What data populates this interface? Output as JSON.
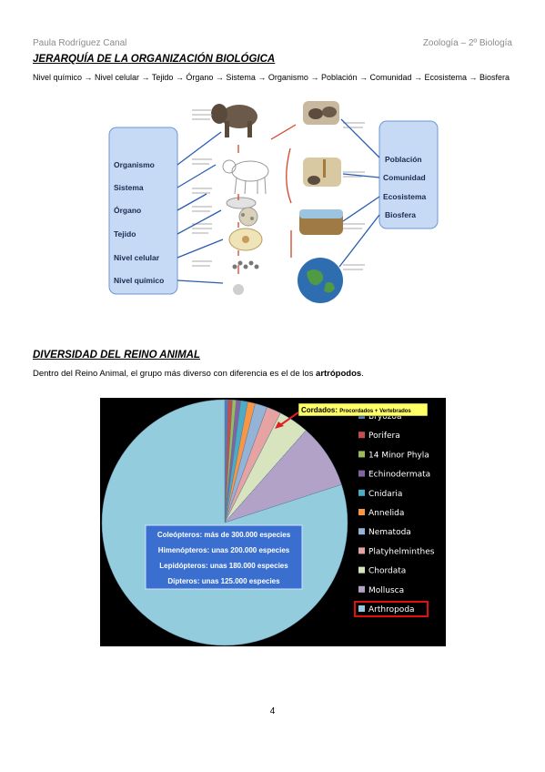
{
  "header": {
    "author": "Paula Rodríguez Canal",
    "course": "Zoología – 2º Biología"
  },
  "section1": {
    "title": "JERARQUÍA DE LA ORGANIZACIÓN BIOLÓGICA",
    "sequence": "Nivel químico → Nivel celular → Tejido → Órgano → Sistema → Organismo → Población → Comunidad → Ecosistema → Biosfera",
    "left_labels": [
      "Organismo",
      "Sistema",
      "Órgano",
      "Tejido",
      "Nivel celular",
      "Nivel químico"
    ],
    "right_labels": [
      "Población",
      "Comunidad",
      "Ecosistema",
      "Biosfera"
    ]
  },
  "section2": {
    "title": "DIVERSIDAD DEL REINO ANIMAL",
    "intro": "Dentro del Reino Animal, el grupo más diverso con diferencia es el de los ",
    "intro_bold": "artrópodos",
    "intro_end": "."
  },
  "chart_data": {
    "type": "pie",
    "callout": "Cordados: ",
    "callout_sub": "Procordados + Vertebrados",
    "annotations": [
      "Coleópteros: más de 300.000 especies",
      "Himenópteros: unas 200.000 especies",
      "Lepidópteros: unas 180.000 especies",
      "Dípteros:  unas 125.000 especies"
    ],
    "slices": [
      {
        "name": "Bryozoa",
        "value": 0.4,
        "color": "#4a7ec4"
      },
      {
        "name": "Porifera",
        "value": 0.6,
        "color": "#c0504d"
      },
      {
        "name": "14 Minor Phyla",
        "value": 0.5,
        "color": "#9bbb59"
      },
      {
        "name": "Echinodermata",
        "value": 0.6,
        "color": "#8064a2"
      },
      {
        "name": "Cnidaria",
        "value": 0.9,
        "color": "#4bacc6"
      },
      {
        "name": "Annelida",
        "value": 1.0,
        "color": "#f79646"
      },
      {
        "name": "Nematoda",
        "value": 1.6,
        "color": "#95b3d7"
      },
      {
        "name": "Platyhelminthes",
        "value": 1.9,
        "color": "#e6a3a1"
      },
      {
        "name": "Chordata",
        "value": 4.0,
        "color": "#d7e4bd"
      },
      {
        "name": "Mollusca",
        "value": 8.5,
        "color": "#b3a2c7"
      },
      {
        "name": "Arthropoda",
        "value": 80.0,
        "color": "#93cddd"
      }
    ],
    "highlight": "Arthropoda",
    "legend_position": "right"
  },
  "page_number": "4"
}
